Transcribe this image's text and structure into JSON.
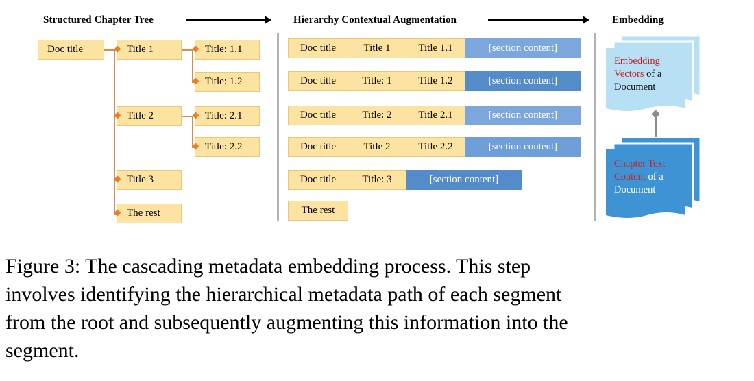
{
  "figure": {
    "panels": [
      {
        "key": "tree",
        "header": "Structured Chapter Tree"
      },
      {
        "key": "aug",
        "header": "Hierarchy Contextual Augmentation"
      },
      {
        "key": "embed",
        "header": "Embedding"
      }
    ],
    "tree": {
      "nodes": [
        {
          "id": "doc",
          "label": "Doc title"
        },
        {
          "id": "t1",
          "label": "Title 1"
        },
        {
          "id": "t11",
          "label": "Title: 1.1"
        },
        {
          "id": "t12",
          "label": "Title: 1.2"
        },
        {
          "id": "t2",
          "label": "Title 2"
        },
        {
          "id": "t21",
          "label": "Title: 2.1"
        },
        {
          "id": "t22",
          "label": "Title: 2.2"
        },
        {
          "id": "t3",
          "label": "Title 3"
        },
        {
          "id": "rest",
          "label": "The rest"
        }
      ]
    },
    "augmentation": {
      "rows": [
        {
          "cells": [
            "Doc title",
            "Title 1",
            "Title 1.1"
          ],
          "content": "[section content]"
        },
        {
          "cells": [
            "Doc title",
            "Title: 1",
            "Title 1.2"
          ],
          "content": "[section content]"
        },
        {
          "cells": [
            "Doc title",
            "Title: 2",
            "Title 2.1"
          ],
          "content": "[section content]"
        },
        {
          "cells": [
            "Doc title",
            "Title 2",
            "Title 2.2"
          ],
          "content": "[section content]"
        },
        {
          "cells": [
            "Doc title",
            "Title: 3"
          ],
          "content": "[section content]"
        },
        {
          "cells": [
            "The rest"
          ],
          "content": ""
        }
      ]
    },
    "embedding": {
      "top_stack": {
        "line1_highlight": "Embedding",
        "line2_highlight": "Vectors",
        "line2_rest": " of a",
        "line3": "Document"
      },
      "bottom_stack": {
        "line1_highlight": "Chapter Text",
        "line2_highlight": "Content",
        "line2_rest": " of a",
        "line3": "Document"
      }
    }
  },
  "caption": {
    "line1": "Figure 3:  The cascading metadata embedding process.  This step",
    "line2": "involves identifying the hierarchical metadata path of each segment",
    "line3": "from the root and subsequently augmenting this information into the",
    "line4": "segment."
  },
  "colors": {
    "meta_fill": "#fce3a2",
    "meta_border": "#e8c97a",
    "content_blue_light": "#7ba7dd",
    "content_blue_dark": "#548bc9",
    "tree_edge": "#e08a4a",
    "tree_diamond": "#e8802a",
    "doc_light_blue": "#b8e0f5",
    "doc_blue": "#3d93d4",
    "highlight_red": "#c0272d",
    "divider_gray": "#b3b3b3",
    "link_gray": "#8c8c8c"
  }
}
